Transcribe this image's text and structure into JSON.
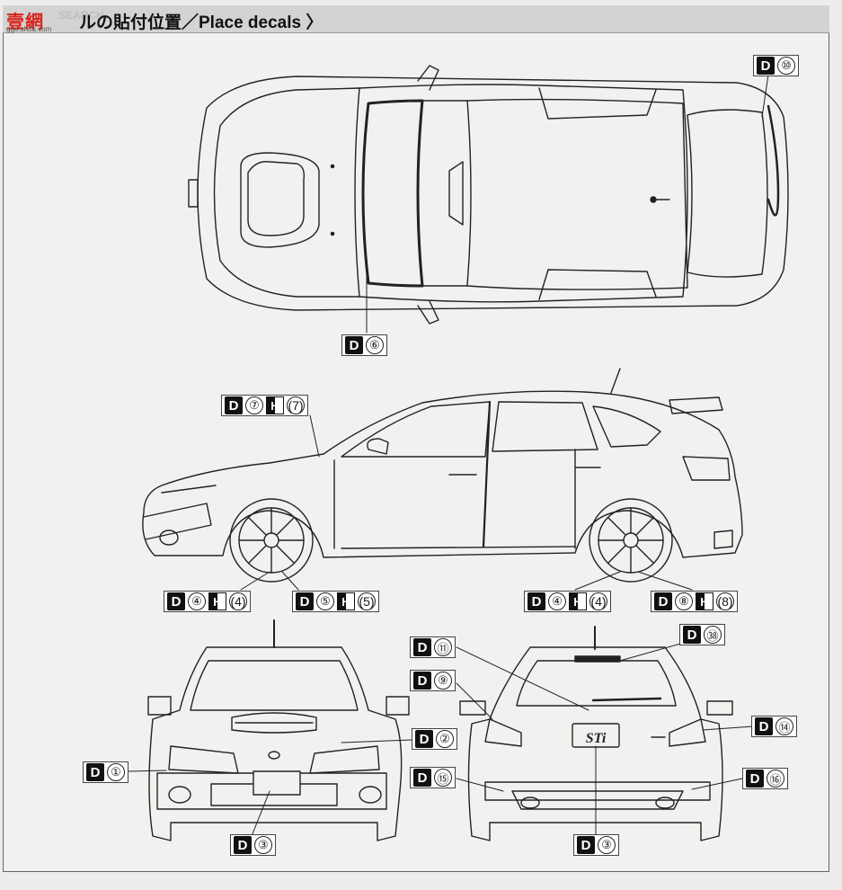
{
  "header": {
    "logo_text": "壹網",
    "logo_url": "ggo.shou.com",
    "logo_search": "SEARCH",
    "title": "ルの貼付位置／Place decals 〉"
  },
  "decals": [
    {
      "id": "d10",
      "code": "D",
      "num": "⑩"
    },
    {
      "id": "d6",
      "code": "D",
      "num": "⑥"
    },
    {
      "id": "d7",
      "code": "D",
      "num": "⑦",
      "alt_code": "H",
      "alt_num": "(7)"
    },
    {
      "id": "d4a",
      "code": "D",
      "num": "④",
      "alt_code": "H",
      "alt_num": "(4)"
    },
    {
      "id": "d5",
      "code": "D",
      "num": "⑤",
      "alt_code": "H",
      "alt_num": "(5)"
    },
    {
      "id": "d4b",
      "code": "D",
      "num": "④",
      "alt_code": "H",
      "alt_num": "(4)"
    },
    {
      "id": "d8",
      "code": "D",
      "num": "⑧",
      "alt_code": "H",
      "alt_num": "(8)"
    },
    {
      "id": "d11",
      "code": "D",
      "num": "⑪"
    },
    {
      "id": "d38",
      "code": "D",
      "num": "㊳"
    },
    {
      "id": "d9",
      "code": "D",
      "num": "⑨"
    },
    {
      "id": "d2",
      "code": "D",
      "num": "②"
    },
    {
      "id": "d14",
      "code": "D",
      "num": "⑭"
    },
    {
      "id": "d1",
      "code": "D",
      "num": "①"
    },
    {
      "id": "d15",
      "code": "D",
      "num": "⑮"
    },
    {
      "id": "d16",
      "code": "D",
      "num": "⑯"
    },
    {
      "id": "d3a",
      "code": "D",
      "num": "③"
    },
    {
      "id": "d3b",
      "code": "D",
      "num": "③"
    }
  ],
  "badge_text": "STi",
  "colors": {
    "line": "#222222",
    "paper": "#f2f1ef",
    "header": "#d3d3d1",
    "logo": "#d9231c"
  }
}
